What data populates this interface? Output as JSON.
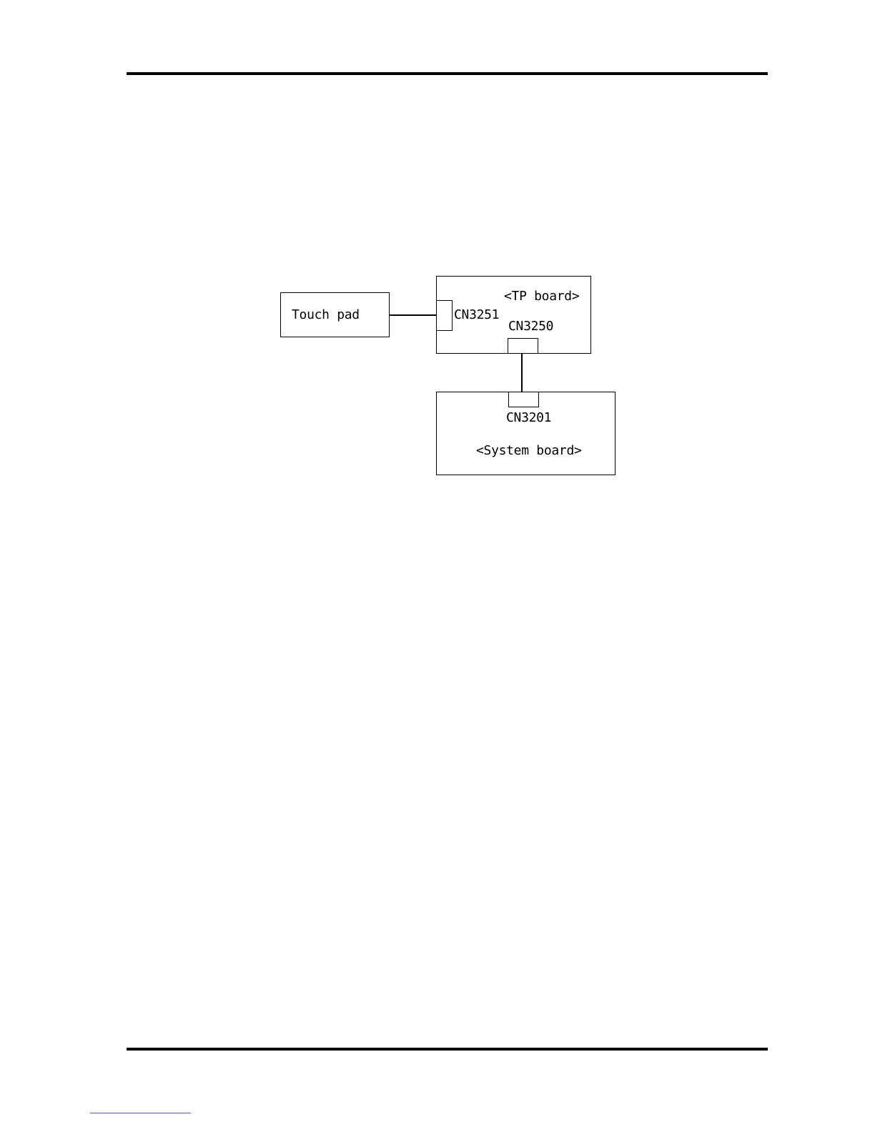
{
  "diagram": {
    "touch_pad": {
      "label": "Touch pad"
    },
    "tp_board": {
      "label": "<TP board>",
      "connector_left": "CN3251",
      "connector_bottom": "CN3250"
    },
    "system_board": {
      "label": "<System board>",
      "connector_top": "CN3201"
    }
  },
  "colors": {
    "line": "#000000",
    "background": "#ffffff"
  }
}
